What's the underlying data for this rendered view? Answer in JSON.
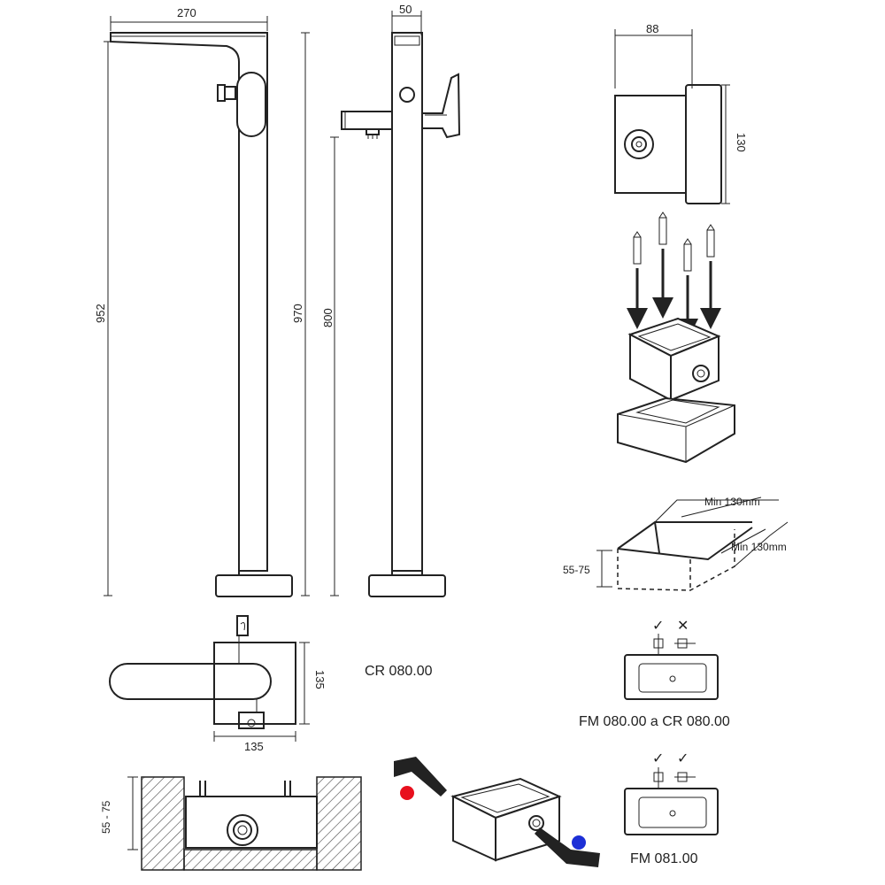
{
  "dimensions": {
    "spout_reach": "270",
    "total_height_952": "952",
    "total_height_970": "970",
    "spout_height": "800",
    "column_width": "50",
    "box_depth": "88",
    "box_height": "130",
    "min_width_a": "Min 130mm",
    "min_width_b": "Min 130mm",
    "install_depth_top": "55-75",
    "plate_height": "135",
    "plate_width": "135",
    "install_depth_bottom": "55 - 75"
  },
  "labels": {
    "model_main": "CR 080.00",
    "model_combo": "FM 080.00 a CR 080.00",
    "model_alt": "FM 081.00"
  },
  "valve_marks": {
    "first": [
      "✓",
      "✕"
    ],
    "second": [
      "✓",
      "✓"
    ]
  },
  "colors": {
    "hot": "#e8101e",
    "cold": "#1c2fd6",
    "line": "#222222",
    "hatch": "#444444"
  },
  "icons": [
    "check-icon",
    "cross-icon",
    "arrow-down-icon",
    "anchor-bolt-icon",
    "hot-water-dot-icon",
    "cold-water-dot-icon"
  ]
}
